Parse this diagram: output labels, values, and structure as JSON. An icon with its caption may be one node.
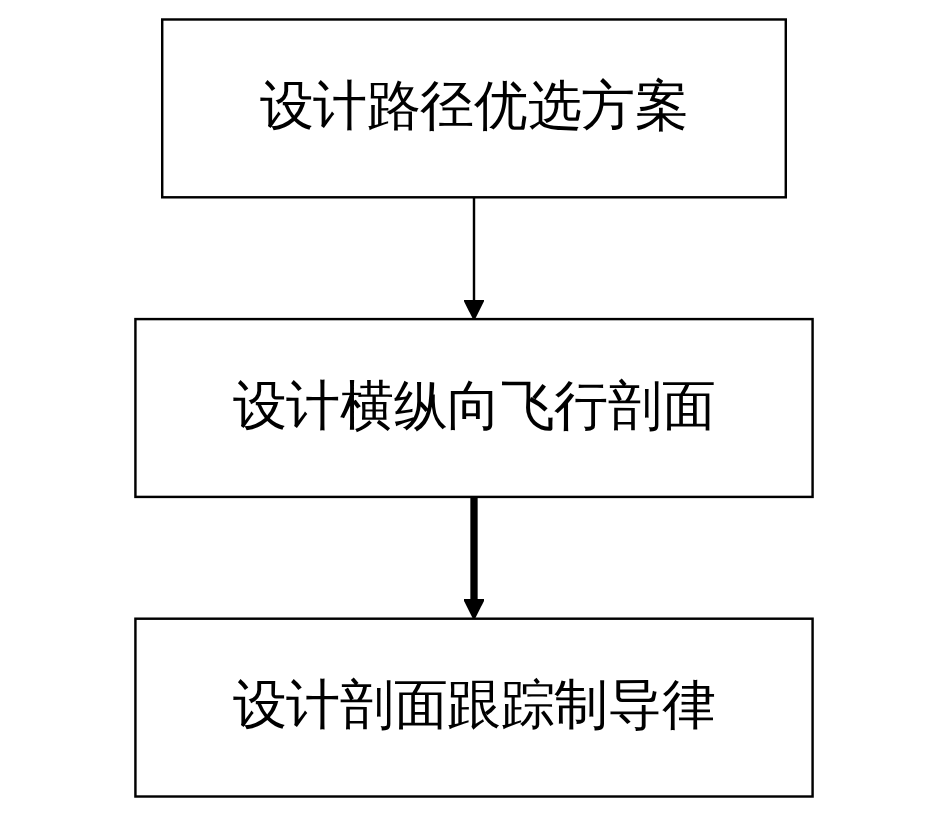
{
  "diagram": {
    "nodes": [
      {
        "text": [
          "设计路径优选方案"
        ]
      },
      {
        "text": [
          "设计横纵向飞行剖面"
        ]
      },
      {
        "text": [
          "设计剖面跟踪制导律"
        ]
      }
    ],
    "edges": [
      {
        "from": 0,
        "to": 1,
        "arrow": "to"
      },
      {
        "from": 1,
        "to": 2,
        "arrow": "to",
        "style": "thick"
      }
    ]
  }
}
